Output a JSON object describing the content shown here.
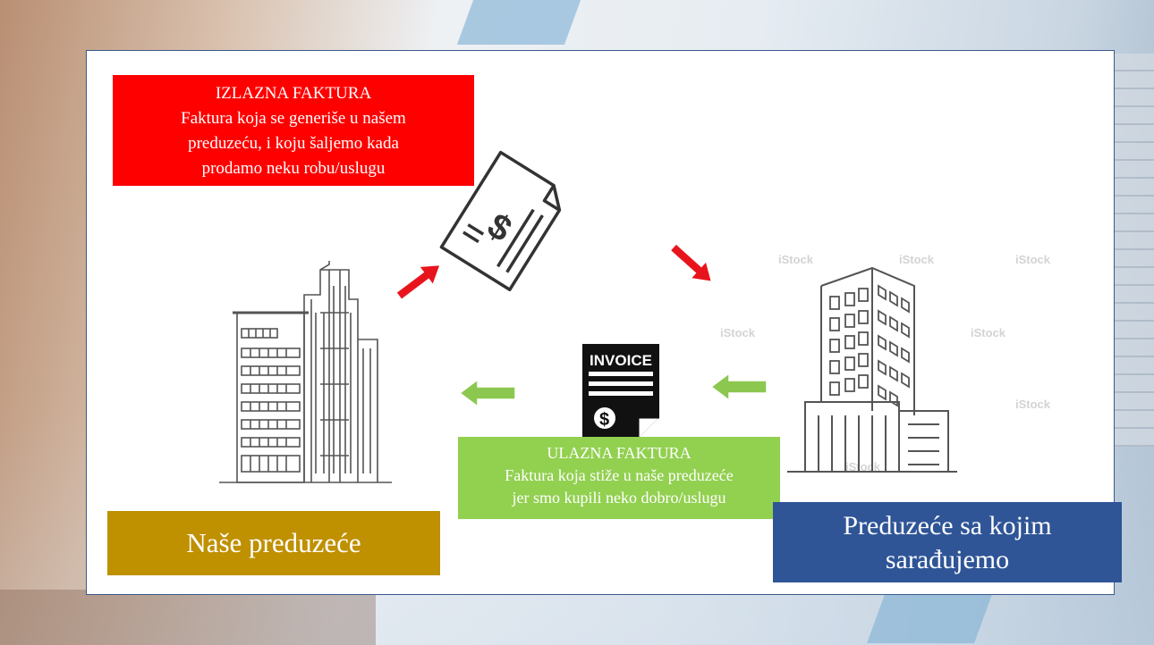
{
  "outgoing_invoice": {
    "title": "IZLAZNA FAKTURA",
    "lines": [
      "Faktura koja se generiše u našem",
      "preduzeću, i koju šaljemo kada",
      "prodamo neku robu/uslugu"
    ],
    "color": "#ff0000"
  },
  "incoming_invoice": {
    "title": "ULAZNA FAKTURA",
    "lines": [
      "Faktura koja stiže u naše preduzeće",
      "jer smo kupili neko dobro/uslugu"
    ],
    "color": "#92d050"
  },
  "our_company": {
    "label": "Naše preduzeće",
    "color": "#bf9000"
  },
  "partner_company": {
    "lines": [
      "Preduzeće sa kojim",
      "sarađujemo"
    ],
    "color": "#2f5597"
  },
  "invoice_icon": {
    "label": "INVOICE",
    "icon": "dollar-circle-icon"
  },
  "document_icon": {
    "icon": "dollar-document-icon"
  },
  "watermark": "iStock",
  "colors": {
    "red_arrow": "#e8141c",
    "green_arrow": "#8cc850",
    "slide_border": "#3a5a8a"
  }
}
